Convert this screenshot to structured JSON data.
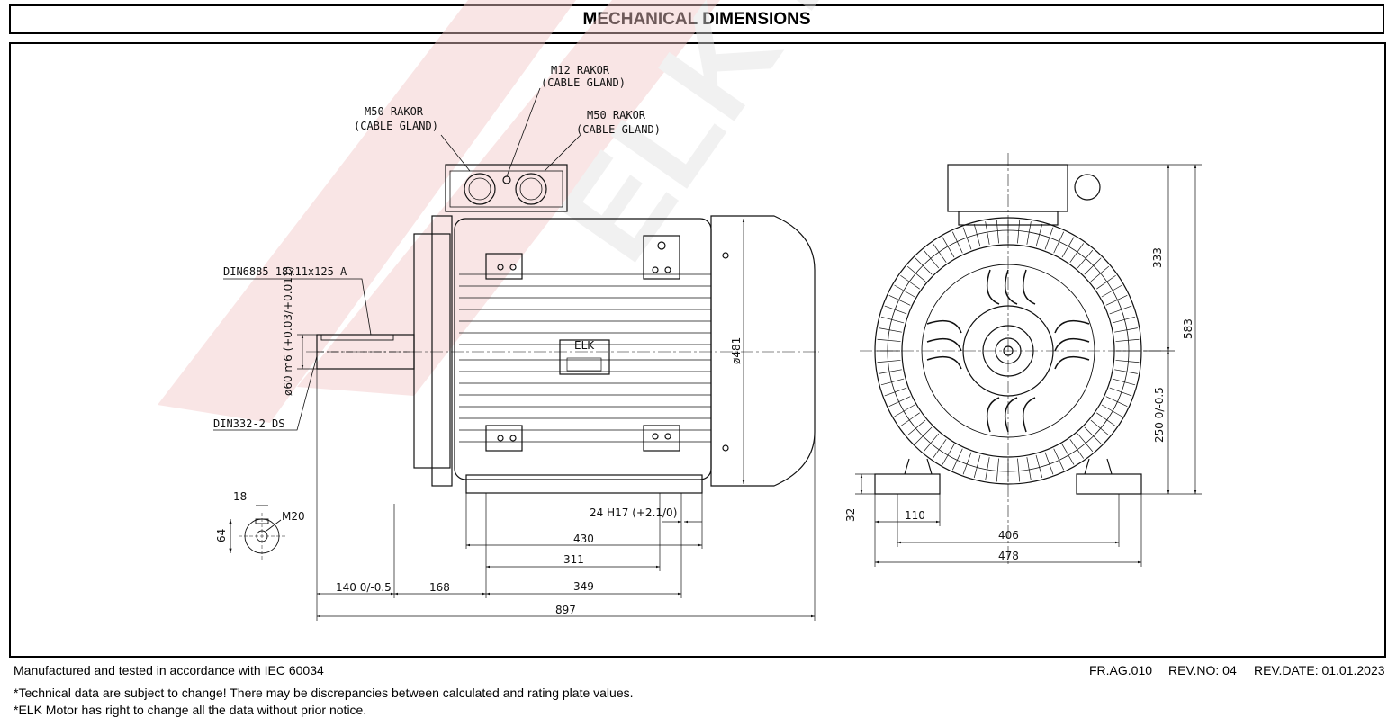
{
  "header": {
    "title": "MECHANICAL DIMENSIONS"
  },
  "watermark": {
    "text": "ELK MOTOR",
    "color": "#f2c6c6"
  },
  "callouts": {
    "m12": [
      "M12 RAKOR",
      "(CABLE GLAND)"
    ],
    "m50_left": [
      "M50 RAKOR",
      "(CABLE GLAND)"
    ],
    "m50_right": [
      "M50 RAKOR",
      "(CABLE GLAND)"
    ],
    "key": "DIN6885 18x11x125 A",
    "thread": "DIN332-2 DS",
    "plate": "ELK"
  },
  "dimensions": {
    "shaft_dia": "ø60 m6 (+0.03/+0.011)",
    "frame_dia": "ø481",
    "bolt_hole": "24 H17 (+2.1/0)",
    "len_430": "430",
    "len_311": "311",
    "shaft_len": "140 0/-0.5",
    "len_168": "168",
    "len_349": "349",
    "len_897": "897",
    "key_width": "18",
    "key_height": "64",
    "center_thread": "M20",
    "height_333": "333",
    "height_583": "583",
    "height_250": "250 0/-0.5",
    "foot_32": "32",
    "foot_110": "110",
    "width_406": "406",
    "width_478": "478"
  },
  "footer": {
    "standard": "Manufactured and tested in accordance with  IEC 60034",
    "note1": "*Technical data are subject to change! There may be discrepancies between calculated and rating plate values.",
    "note2": "*ELK Motor has right to change all the data without prior notice.",
    "doc_code": "FR.AG.010",
    "rev_no": "REV.NO: 04",
    "rev_date": "REV.DATE: 01.01.2023"
  }
}
